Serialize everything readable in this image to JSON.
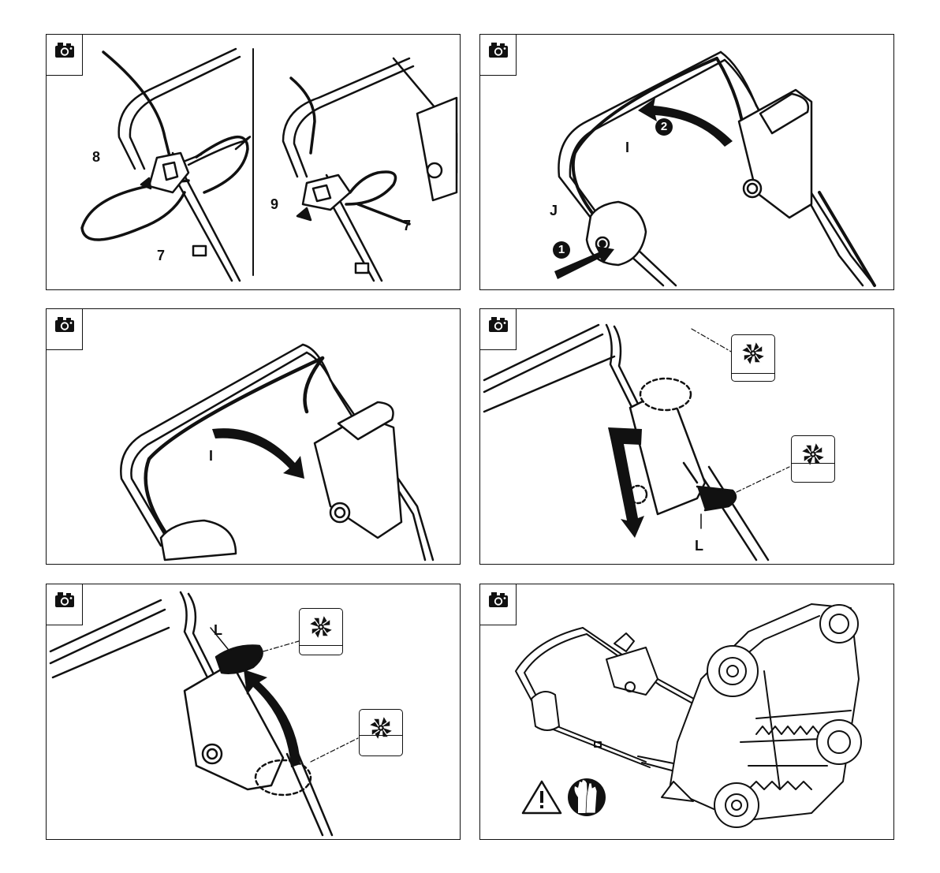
{
  "panels": [
    {
      "icon": "camera-icon",
      "labels": [
        "8",
        "7",
        "9",
        "7"
      ]
    },
    {
      "icon": "camera-icon",
      "labels": [
        "I",
        "J"
      ],
      "steps": [
        "1",
        "2"
      ]
    },
    {
      "icon": "camera-icon",
      "labels": [
        "I"
      ]
    },
    {
      "icon": "camera-icon",
      "labels": [
        "L"
      ],
      "symbols": [
        "blade-raised-icon",
        "blade-lowered-icon"
      ]
    },
    {
      "icon": "camera-icon",
      "labels": [
        "L"
      ],
      "symbols": [
        "blade-raised-icon",
        "blade-lowered-icon"
      ]
    },
    {
      "icon": "camera-icon",
      "symbols": [
        "warning-triangle-icon",
        "wear-gloves-icon"
      ]
    }
  ]
}
